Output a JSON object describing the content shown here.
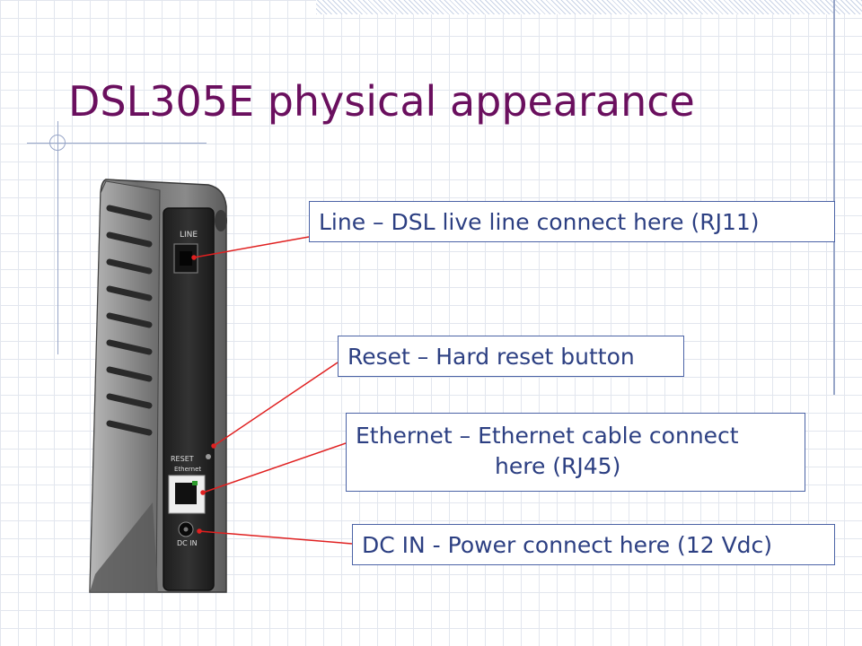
{
  "slide": {
    "title": "DSL305E physical appearance"
  },
  "device_labels": {
    "line": "LINE",
    "reset": "RESET",
    "ethernet": "Ethernet",
    "dc_in": "DC IN"
  },
  "callouts": {
    "line": "Line – DSL live line connect here (RJ11)",
    "reset": "Reset – Hard reset button",
    "ethernet_line1": "Ethernet – Ethernet cable connect",
    "ethernet_line2": "here (RJ45)",
    "dc_in": "DC IN - Power connect here (12 Vdc)"
  },
  "colors": {
    "title": "#6a0f5e",
    "callout_text": "#2c3f82",
    "callout_border": "#4b63a6",
    "leader_line": "#e02020",
    "device_body": "#7c7c7c",
    "device_panel": "#2a2a2a"
  }
}
